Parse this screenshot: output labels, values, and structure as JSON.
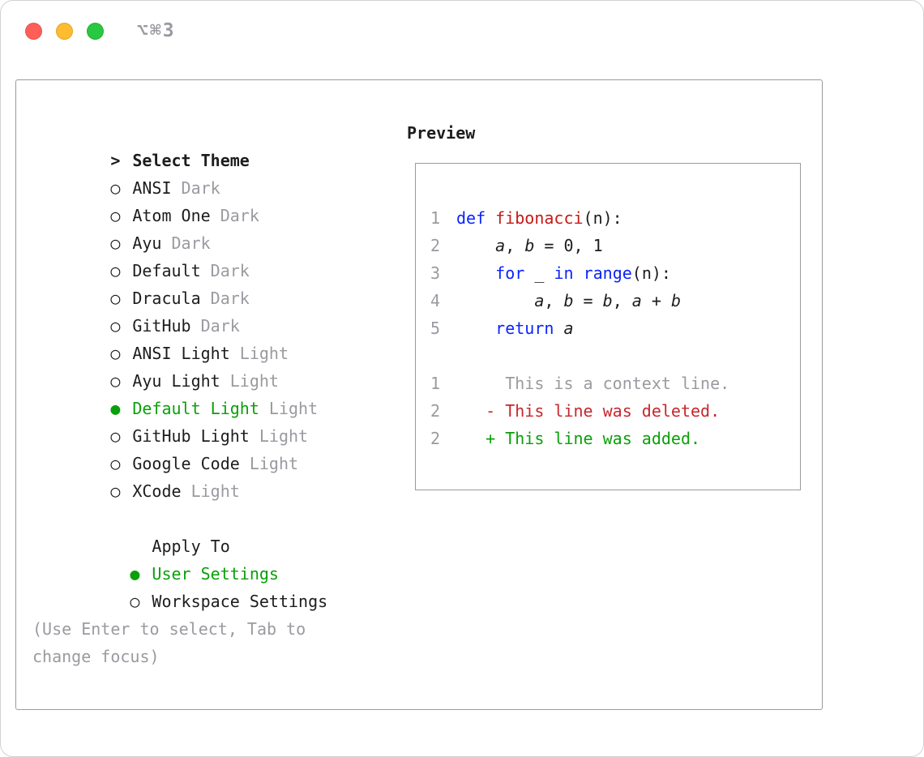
{
  "colors": {
    "text": "#1d1d1f",
    "muted": "#9a9aa0",
    "green": "#0aa00a",
    "kw": "#0b24fb",
    "fn": "#c41a16",
    "deleted": "#c9262b",
    "border": "#9a9aa0",
    "window_border": "#d2d2d7",
    "traffic_red": "#ff5f57",
    "traffic_yellow": "#febc2e",
    "traffic_green": "#28c840"
  },
  "window": {
    "shortcut_label": "⌥⌘3"
  },
  "theme_panel": {
    "title_prefix": ">",
    "title": "Select Theme",
    "items": [
      {
        "radio": "○",
        "name": "ANSI",
        "variant": "Dark"
      },
      {
        "radio": "○",
        "name": "Atom One",
        "variant": "Dark"
      },
      {
        "radio": "○",
        "name": "Ayu",
        "variant": "Dark"
      },
      {
        "radio": "○",
        "name": "Default",
        "variant": "Dark"
      },
      {
        "radio": "○",
        "name": "Dracula",
        "variant": "Dark"
      },
      {
        "radio": "○",
        "name": "GitHub",
        "variant": "Dark"
      },
      {
        "radio": "○",
        "name": "ANSI Light",
        "variant": "Light"
      },
      {
        "radio": "○",
        "name": "Ayu Light",
        "variant": "Light"
      },
      {
        "radio": "●",
        "name": "Default Light",
        "variant": "Light"
      },
      {
        "radio": "○",
        "name": "GitHub Light",
        "variant": "Light"
      },
      {
        "radio": "○",
        "name": "Google Code",
        "variant": "Light"
      },
      {
        "radio": "○",
        "name": "XCode",
        "variant": "Light"
      }
    ],
    "apply_to_title": "Apply To",
    "apply_options": [
      {
        "radio": "●",
        "label": "User Settings"
      },
      {
        "radio": "○",
        "label": "Workspace Settings"
      }
    ],
    "hint_line1": "(Use Enter to select, Tab to",
    "hint_line2": "change focus)"
  },
  "preview": {
    "title": "Preview",
    "lines": [
      {
        "num": "1",
        "tokens": [
          {
            "t": "def",
            "c": "kw"
          },
          {
            "t": " ",
            "c": "pl"
          },
          {
            "t": "fibonacci",
            "c": "fn"
          },
          {
            "t": "(n):",
            "c": "pl"
          }
        ]
      },
      {
        "num": "2",
        "tokens": [
          {
            "t": "    ",
            "c": "pl"
          },
          {
            "t": "a",
            "c": "var"
          },
          {
            "t": ", ",
            "c": "pl"
          },
          {
            "t": "b",
            "c": "var"
          },
          {
            "t": " = 0, 1",
            "c": "pl"
          }
        ]
      },
      {
        "num": "3",
        "tokens": [
          {
            "t": "    ",
            "c": "pl"
          },
          {
            "t": "for",
            "c": "kw"
          },
          {
            "t": " ",
            "c": "pl"
          },
          {
            "t": "_",
            "c": "var"
          },
          {
            "t": " ",
            "c": "pl"
          },
          {
            "t": "in",
            "c": "kw"
          },
          {
            "t": " ",
            "c": "pl"
          },
          {
            "t": "range",
            "c": "kw"
          },
          {
            "t": "(n):",
            "c": "pl"
          }
        ]
      },
      {
        "num": "4",
        "tokens": [
          {
            "t": "        ",
            "c": "pl"
          },
          {
            "t": "a",
            "c": "var"
          },
          {
            "t": ", ",
            "c": "pl"
          },
          {
            "t": "b",
            "c": "var"
          },
          {
            "t": " = ",
            "c": "pl"
          },
          {
            "t": "b",
            "c": "var"
          },
          {
            "t": ", ",
            "c": "pl"
          },
          {
            "t": "a",
            "c": "var"
          },
          {
            "t": " + ",
            "c": "pl"
          },
          {
            "t": "b",
            "c": "var"
          }
        ]
      },
      {
        "num": "5",
        "tokens": [
          {
            "t": "    ",
            "c": "pl"
          },
          {
            "t": "return",
            "c": "kw"
          },
          {
            "t": " ",
            "c": "pl"
          },
          {
            "t": "a",
            "c": "var"
          }
        ]
      },
      {
        "num": "",
        "tokens": []
      },
      {
        "num": "1",
        "tokens": [
          {
            "t": "     This is a context line.",
            "c": "ctx"
          }
        ]
      },
      {
        "num": "2",
        "tokens": [
          {
            "t": "   - This line was deleted.",
            "c": "del"
          }
        ]
      },
      {
        "num": "2",
        "tokens": [
          {
            "t": "   + This line was added.",
            "c": "add"
          }
        ]
      }
    ]
  }
}
